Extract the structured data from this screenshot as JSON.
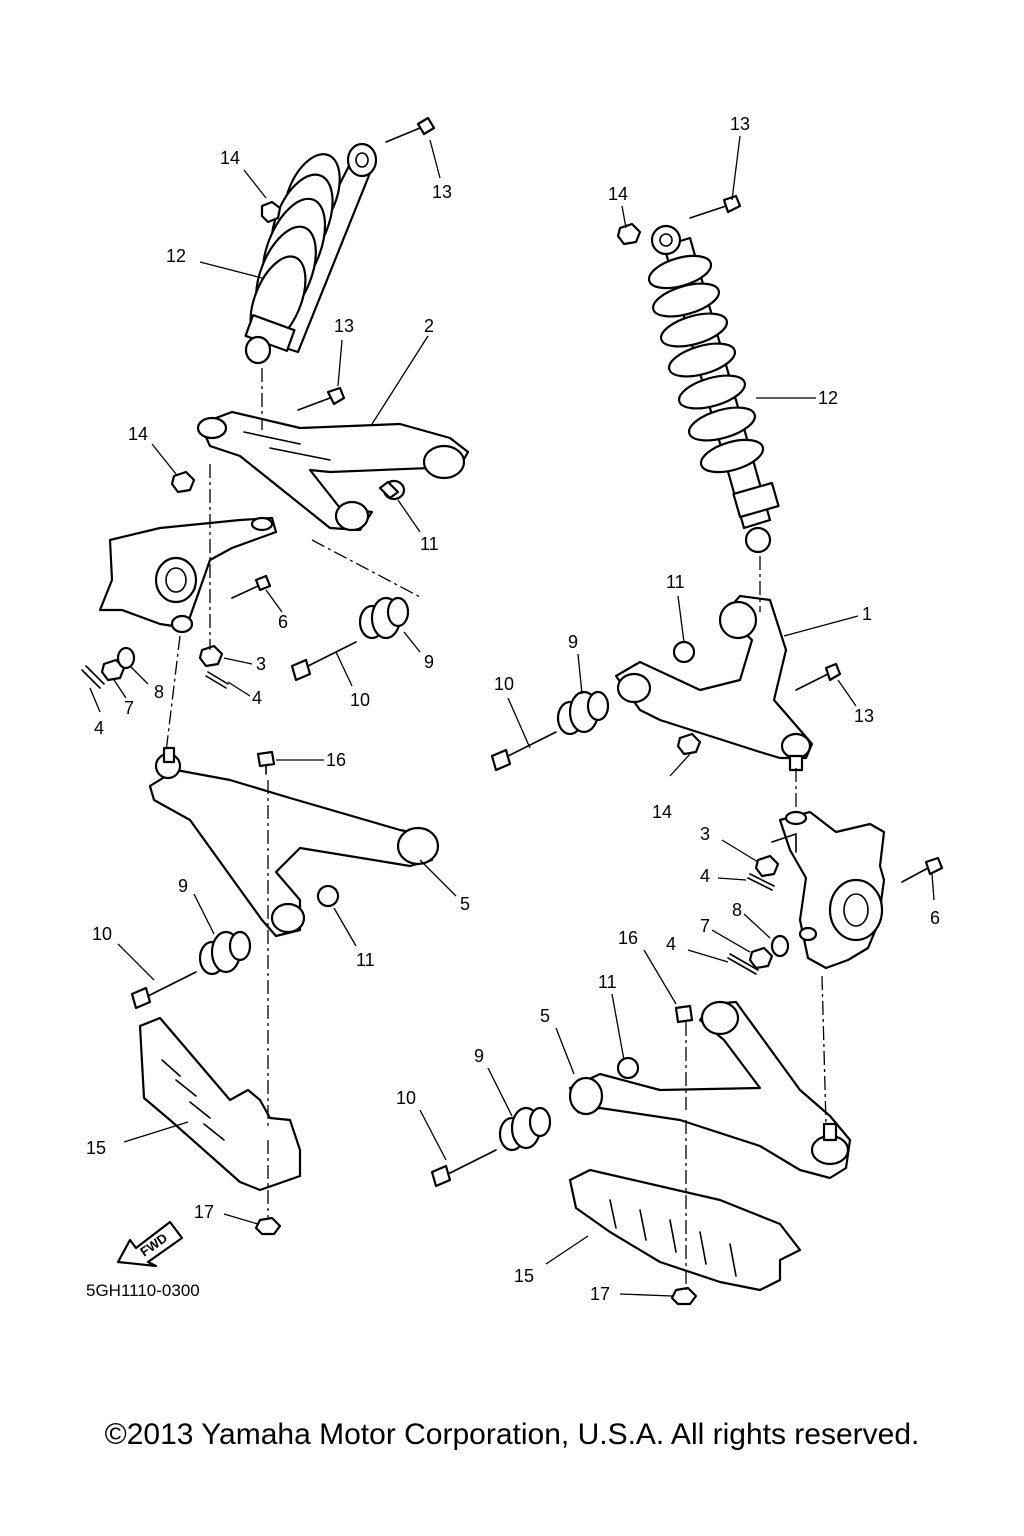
{
  "diagram_code": "5GH1110-0300",
  "fwd_label": "FWD",
  "copyright": "©2013 Yamaha Motor Corporation, U.S.A. All rights reserved.",
  "callouts": [
    {
      "id": "l-14a",
      "label": "14"
    },
    {
      "id": "l-13a",
      "label": "13"
    },
    {
      "id": "l-12a",
      "label": "12"
    },
    {
      "id": "l-13b",
      "label": "13"
    },
    {
      "id": "l-2",
      "label": "2"
    },
    {
      "id": "l-14b",
      "label": "14"
    },
    {
      "id": "l-11a",
      "label": "11"
    },
    {
      "id": "l-6a",
      "label": "6"
    },
    {
      "id": "l-3a",
      "label": "3"
    },
    {
      "id": "l-9a",
      "label": "9"
    },
    {
      "id": "l-4a",
      "label": "4"
    },
    {
      "id": "l-7a",
      "label": "7"
    },
    {
      "id": "l-8a",
      "label": "8"
    },
    {
      "id": "l-4b",
      "label": "4"
    },
    {
      "id": "l-10a",
      "label": "10"
    },
    {
      "id": "l-16a",
      "label": "16"
    },
    {
      "id": "l-9b",
      "label": "9"
    },
    {
      "id": "l-5a",
      "label": "5"
    },
    {
      "id": "l-11b",
      "label": "11"
    },
    {
      "id": "l-10b",
      "label": "10"
    },
    {
      "id": "l-15a",
      "label": "15"
    },
    {
      "id": "l-17a",
      "label": "17"
    },
    {
      "id": "l-13c",
      "label": "13"
    },
    {
      "id": "l-14c",
      "label": "14"
    },
    {
      "id": "l-12b",
      "label": "12"
    },
    {
      "id": "l-11c",
      "label": "11"
    },
    {
      "id": "l-1",
      "label": "1"
    },
    {
      "id": "l-9c",
      "label": "9"
    },
    {
      "id": "l-10c",
      "label": "10"
    },
    {
      "id": "l-13d",
      "label": "13"
    },
    {
      "id": "l-14d",
      "label": "14"
    },
    {
      "id": "l-3b",
      "label": "3"
    },
    {
      "id": "l-4c",
      "label": "4"
    },
    {
      "id": "l-8b",
      "label": "8"
    },
    {
      "id": "l-6b",
      "label": "6"
    },
    {
      "id": "l-7b",
      "label": "7"
    },
    {
      "id": "l-16b",
      "label": "16"
    },
    {
      "id": "l-4d",
      "label": "4"
    },
    {
      "id": "l-11d",
      "label": "11"
    },
    {
      "id": "l-5b",
      "label": "5"
    },
    {
      "id": "l-9d",
      "label": "9"
    },
    {
      "id": "l-10d",
      "label": "10"
    },
    {
      "id": "l-15b",
      "label": "15"
    },
    {
      "id": "l-17b",
      "label": "17"
    }
  ]
}
